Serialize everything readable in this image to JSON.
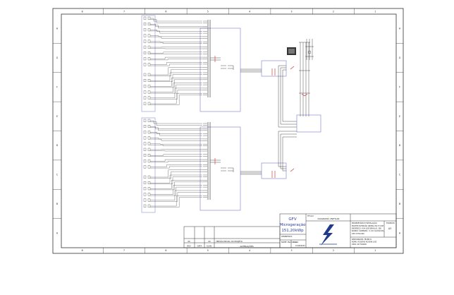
{
  "sheet": {
    "col_labels": [
      "8",
      "7",
      "6",
      "5",
      "4",
      "3",
      "2",
      "1"
    ],
    "row_labels": [
      "H",
      "G",
      "F",
      "E",
      "D",
      "C",
      "B",
      "A"
    ]
  },
  "title_block": {
    "gfv": "GFV",
    "microgeracao": "Microgeração",
    "power": "151,20kWp",
    "titulo_label": "TÍTULO:",
    "titulo": "DIAGRAMA UNIFILAR",
    "proprietario_label": "PROPRIETÁRIO E INSTALAÇÃO:",
    "owner_lines": [
      "MASTER NUTRIÇÃO ANIMAL INC E COM",
      "ENDEREÇO: RUA JOSE BRAULIO, 580",
      "BAIRRO: SAMBAIBA - S. DO CALHAO-BA,",
      "CEP 47700-000"
    ],
    "formato_label": "FORMATO",
    "formato": "A3",
    "resp_lines": [
      "RESPONSÁVEL TÉCNICO:",
      "NOME: ROGERIO ROSSINI LUIZ",
      "CREA: SP/ 500000"
    ],
    "desenhista_label": "DESENHISTA:",
    "desenhista": "NOME: Mario C. Luiz",
    "data_label": "DATA:",
    "data": "15/08/2023",
    "revision_num_a": "00",
    "revision_num_b": "00",
    "revision_text": "VERSÃO INICIAL DO PROJETO",
    "rev_headers": [
      "REV",
      "DATA",
      "ELAB."
    ],
    "alteracoes_label": "ALTERAÇÕES"
  }
}
